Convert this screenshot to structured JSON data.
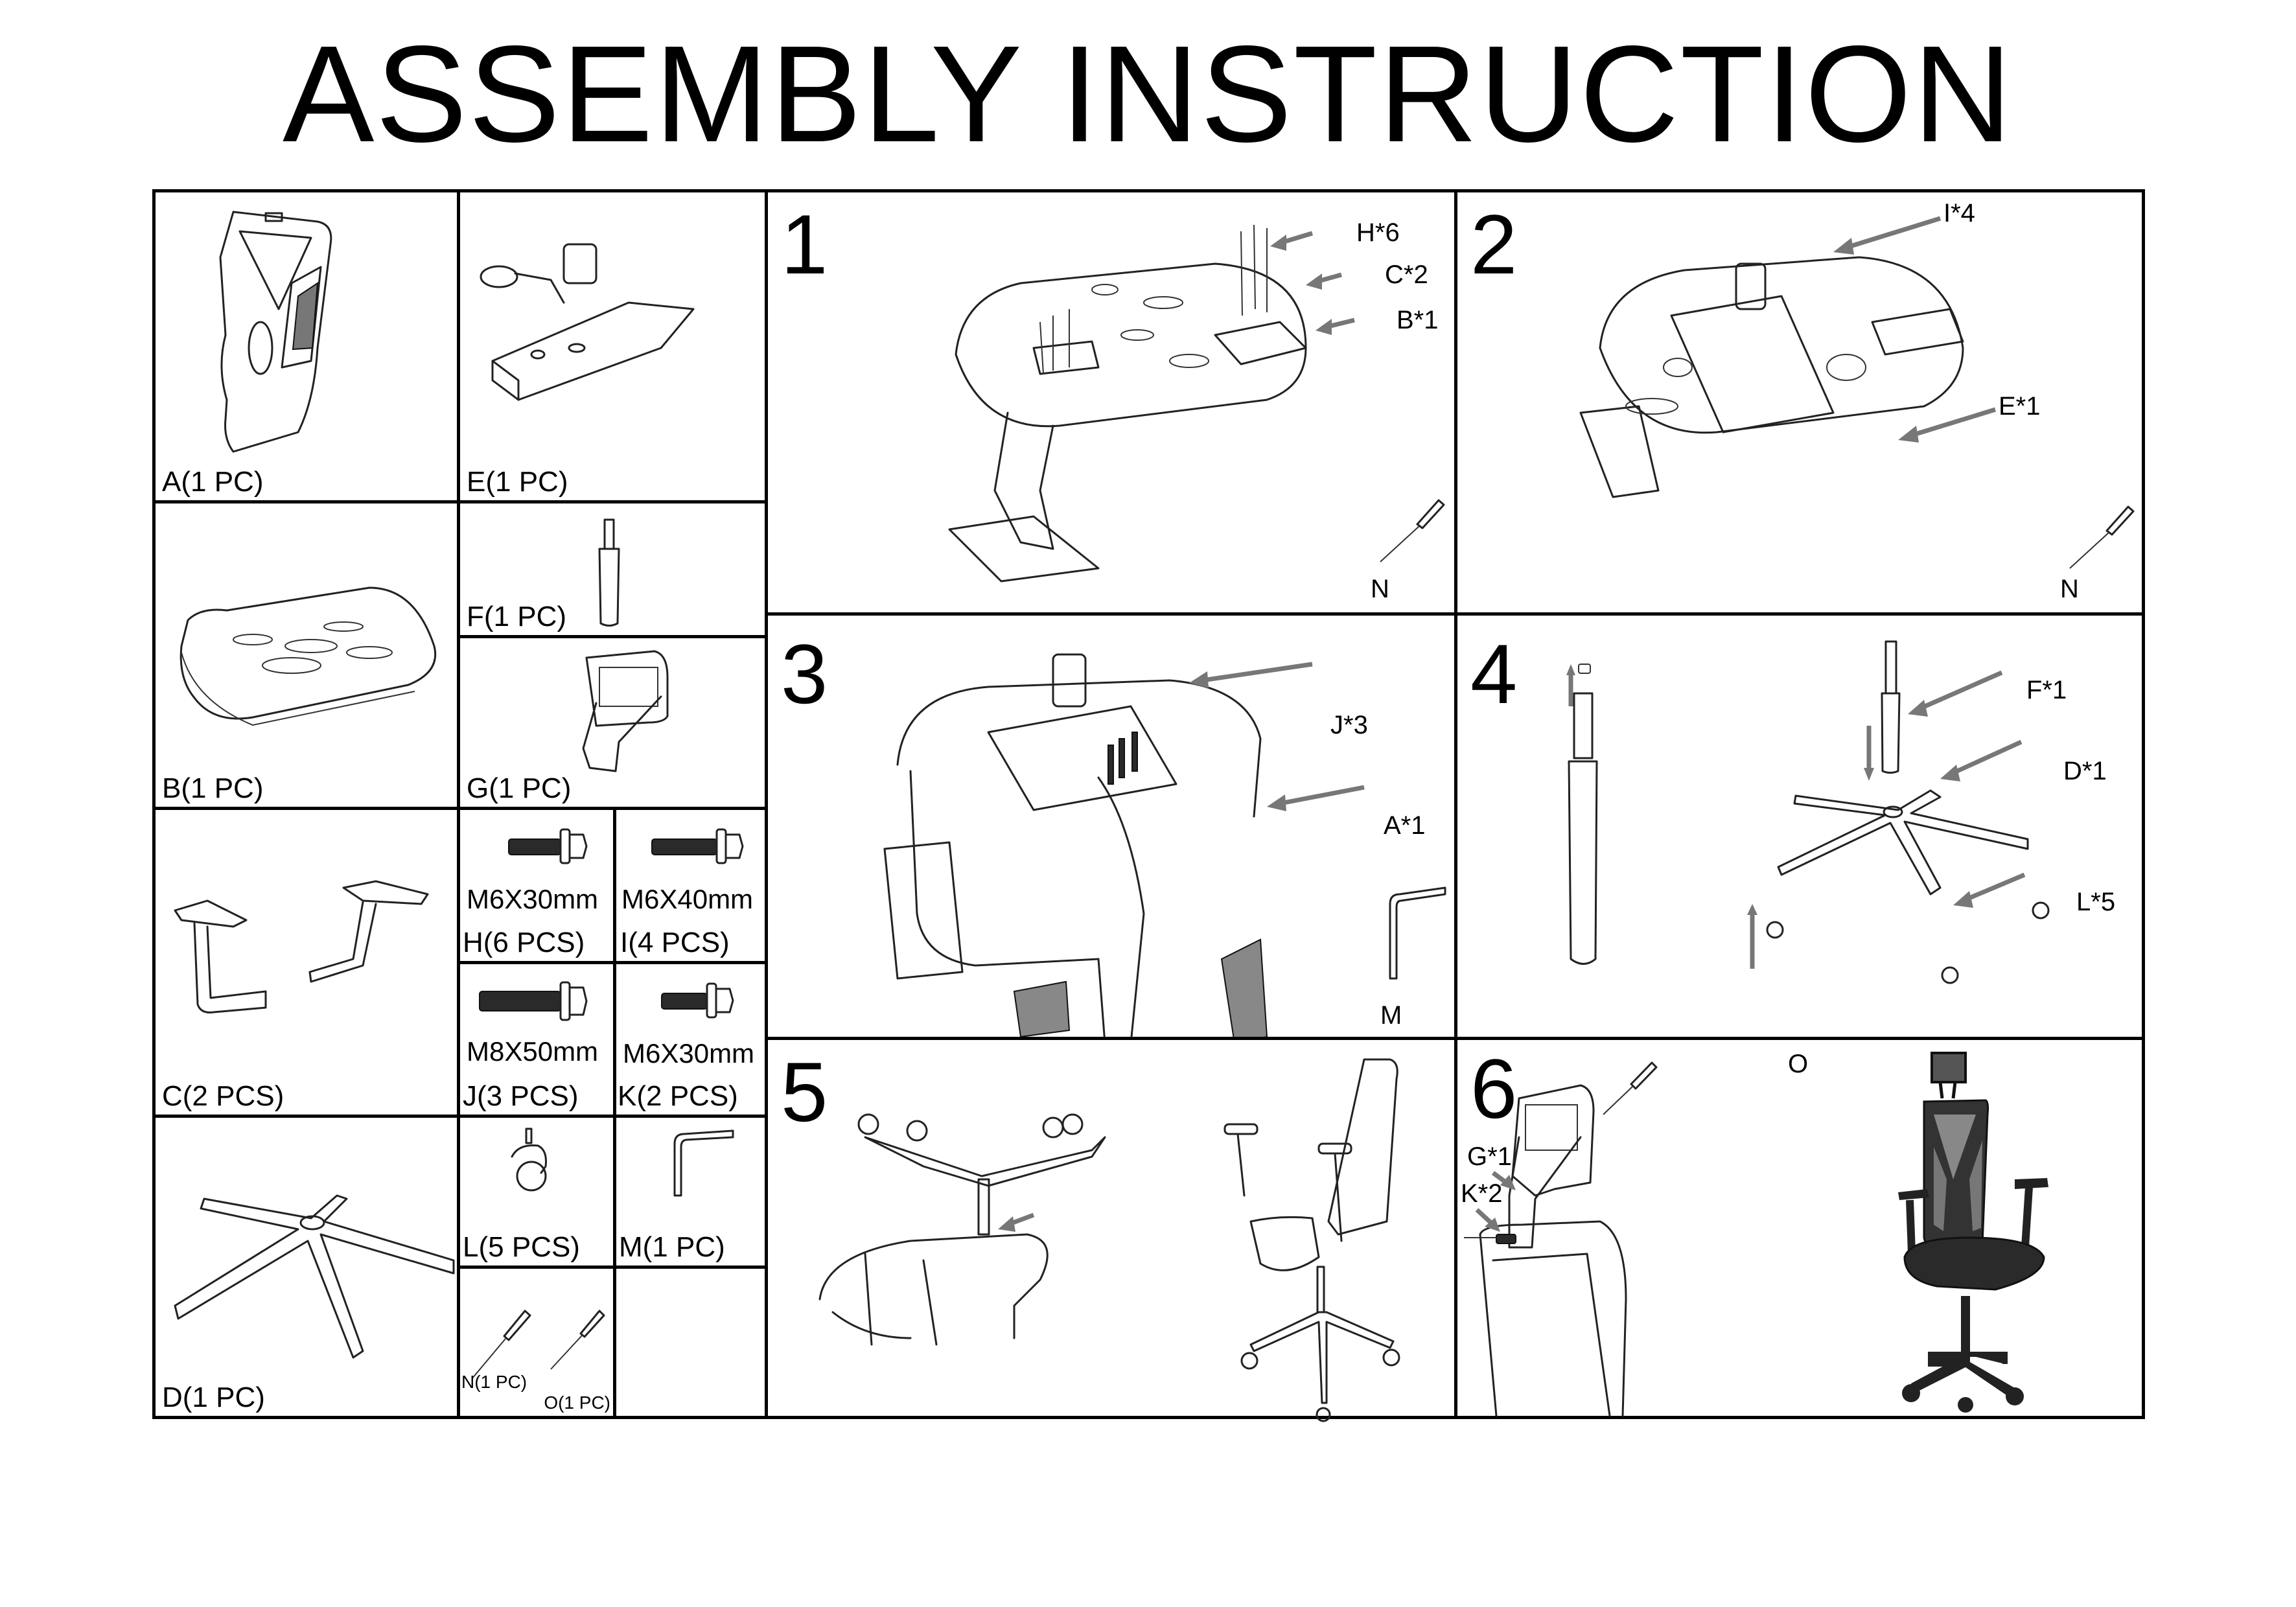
{
  "title": "ASSEMBLY INSTRUCTION",
  "parts": [
    {
      "id": "A",
      "label": "A(1 PC)",
      "name": "backrest"
    },
    {
      "id": "B",
      "label": "B(1 PC)",
      "name": "seat"
    },
    {
      "id": "C",
      "label": "C(2 PCS)",
      "name": "armrest"
    },
    {
      "id": "D",
      "label": "D(1 PC)",
      "name": "base"
    },
    {
      "id": "E",
      "label": "E(1 PC)",
      "name": "mechanism"
    },
    {
      "id": "F",
      "label": "F(1 PC)",
      "name": "gas-lift"
    },
    {
      "id": "G",
      "label": "G(1 PC)",
      "name": "headrest"
    },
    {
      "id": "H",
      "label": "H(6 PCS)",
      "spec": "M6X30mm",
      "name": "bolt"
    },
    {
      "id": "I",
      "label": "I(4 PCS)",
      "spec": "M6X40mm",
      "name": "bolt"
    },
    {
      "id": "J",
      "label": "J(3 PCS)",
      "spec": "M8X50mm",
      "name": "bolt"
    },
    {
      "id": "K",
      "label": "K(2 PCS)",
      "spec": "M6X30mm",
      "name": "bolt"
    },
    {
      "id": "L",
      "label": "L(5 PCS)",
      "name": "caster"
    },
    {
      "id": "M",
      "label": "M(1 PC)",
      "name": "allen-key"
    },
    {
      "id": "N",
      "label": "N(1 PC)",
      "name": "screwdriver"
    },
    {
      "id": "O",
      "label": "O(1 PC)",
      "name": "screwdriver"
    }
  ],
  "steps": [
    {
      "number": "1",
      "callouts": [
        "H*6",
        "C*2",
        "B*1"
      ],
      "tool": "N"
    },
    {
      "number": "2",
      "callouts": [
        "I*4",
        "E*1"
      ],
      "tool": "N"
    },
    {
      "number": "3",
      "callouts": [
        "J*3",
        "A*1"
      ],
      "tool": "M"
    },
    {
      "number": "4",
      "callouts": [
        "F*1",
        "D*1",
        "L*5"
      ]
    },
    {
      "number": "5",
      "callouts": []
    },
    {
      "number": "6",
      "callouts": [
        "G*1",
        "K*2"
      ],
      "tool": "O"
    }
  ]
}
